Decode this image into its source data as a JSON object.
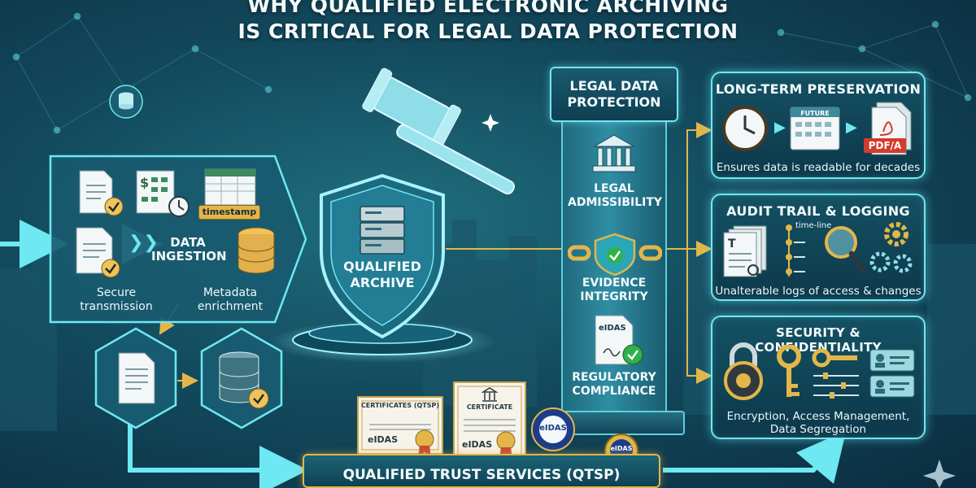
{
  "title": {
    "line1": "WHY QUALIFIED ELECTRONIC ARCHIVING",
    "line2": "IS CRITICAL FOR LEGAL DATA PROTECTION"
  },
  "ingestion": {
    "label": "DATA INGESTION",
    "timestamp_badge": "timestamp",
    "secure_transmission": "Secure transmission",
    "metadata_enrichment": "Metadata enrichment"
  },
  "center": {
    "shield_label": "QUALIFIED ARCHIVE"
  },
  "pillar": {
    "title": "LEGAL DATA PROTECTION",
    "items": [
      {
        "label": "LEGAL ADMISSIBILITY"
      },
      {
        "label": "EVIDENCE INTEGRITY"
      },
      {
        "label": "REGULATORY COMPLIANCE"
      }
    ],
    "eidas_doc": "eIDAS"
  },
  "panels": {
    "preservation": {
      "title": "LONG-TERM PRESERVATION",
      "calendar_label": "FUTURE",
      "pdf_label": "PDF/A",
      "caption": "Ensures data is readable for decades"
    },
    "audit": {
      "title": "AUDIT TRAIL & LOGGING",
      "timeline_label": "time-line",
      "caption": "Unalterable logs of access & changes"
    },
    "security": {
      "title": "SECURITY & CONFIDENTIALITY",
      "caption_line1": "Encryption, Access Management,",
      "caption_line2": "Data Segregation"
    }
  },
  "certificates": {
    "cert1_title": "CERTIFICATES (QTSP)",
    "cert1_label": "eIDAS",
    "cert2_title": "CERTIFICATE",
    "cert2_label": "eIDAS",
    "seal1": "eIDAS",
    "seal2": "eIDAS"
  },
  "banner": {
    "label": "QUALIFIED TRUST SERVICES (QTSP)"
  },
  "colors": {
    "accent": "#6ee8f2",
    "gold": "#e3b64a",
    "background": "#134b5e",
    "check_green": "#2fb24a"
  }
}
